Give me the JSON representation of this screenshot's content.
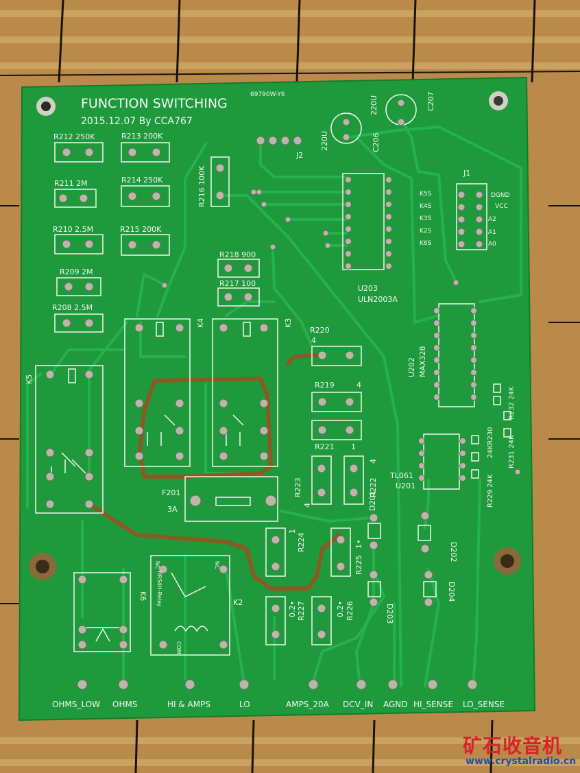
{
  "board": {
    "title": "FUNCTION SWITCHING",
    "date_author": "2015.12.07  By  CCA767",
    "part_code": "69790W-Y6",
    "colors": {
      "wood": "#b98a4a",
      "pcb": "#1e9a3c",
      "trace": "#26b24a",
      "silk": "#f4f6f0",
      "pad": "#b8b8a8",
      "copper": "#9a6a2a"
    }
  },
  "labels": {
    "r212": "R212  250K",
    "r213": "R213  200K",
    "r211": "R211   2M",
    "r214": "R214  250K",
    "r210": "R210   2.5M",
    "r215": "R215   200K",
    "r209": "R209  2M",
    "r208": "R208   2.5M",
    "r216": "R216  100K",
    "r218": "R218 900",
    "r217": "R217 100",
    "r220": "R220",
    "r220_val": "4",
    "r219": "R219",
    "r219_val": "4",
    "r221": "R221",
    "r221_val": "1",
    "r223": "R223",
    "r223_val": "4",
    "r222": "R222",
    "r222_val": "4",
    "r224": "R224",
    "r224_val": "1",
    "r225": "R225",
    "r225_val": "1•",
    "r227": "R227",
    "r227_val": "0.2•",
    "r226": "R226",
    "r226_val": "0.2•",
    "k3": "K3",
    "k4": "K4",
    "k5": "K5",
    "k6": "K6",
    "k2": "K2",
    "hrs": "HRS4H-Relay",
    "com": "COM",
    "nc": "NC",
    "f201": "F201",
    "f201_val": "3A",
    "j2": "J2",
    "j1": "J1",
    "c206": "C206",
    "c206_val": "220U",
    "c207": "C207",
    "c207_val": "220U",
    "u203": "U203",
    "uln": "ULN2003A",
    "u202": "U202",
    "max": "MAX328",
    "tl061": "TL061",
    "u201": "U201",
    "d201": "D201",
    "d202": "D202",
    "d203": "D203",
    "d204": "D204",
    "r229": "R229 24K",
    "r230": "24KR230",
    "r231": "R231 24K",
    "r232": "R232 24K",
    "k_lines": [
      "K5S",
      "K4S",
      "K3S",
      "K2S",
      "K6S"
    ],
    "j1_pins": [
      "DGND",
      "VCC",
      "A2",
      "A1",
      "A0"
    ]
  },
  "connectors": [
    "OHMS_LOW",
    "OHMS",
    "HI & AMPS",
    "LO",
    "AMPS_20A",
    "DCV_IN",
    "AGND",
    "HI_SENSE",
    "LO_SENSE"
  ],
  "watermark": {
    "cn": "矿石收音机",
    "url": "www.crystalradio.cn"
  }
}
